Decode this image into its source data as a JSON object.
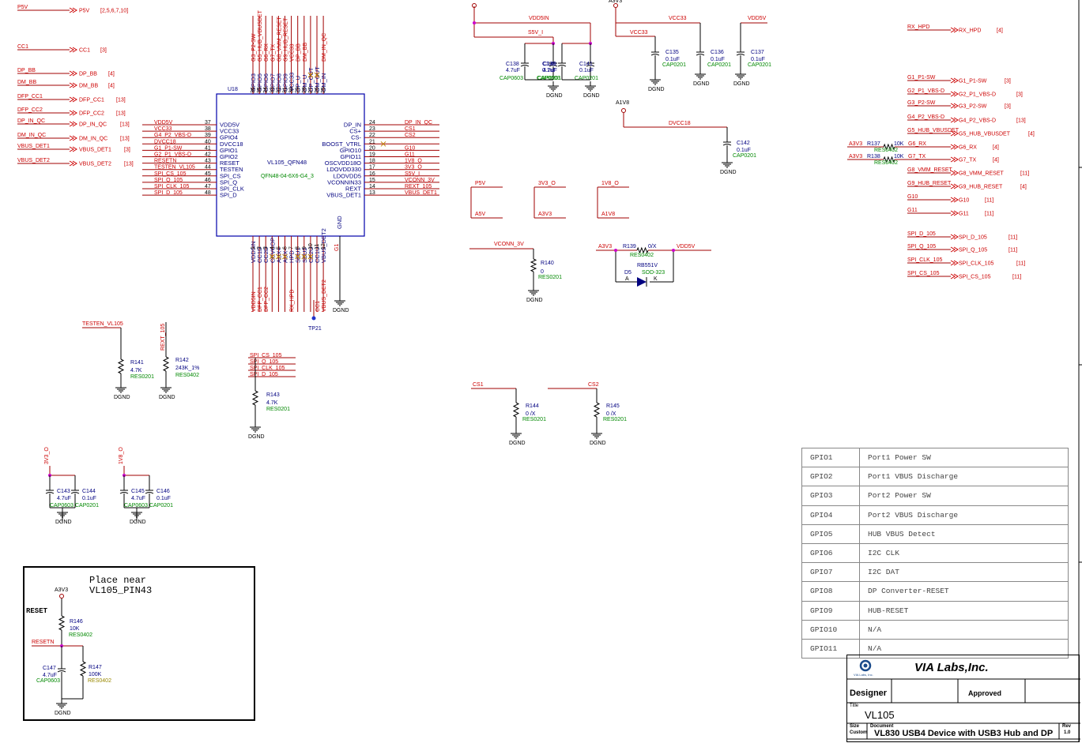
{
  "chip": {
    "ref": "U18",
    "part": "VL105_QFN48",
    "footprint": "QFN48-04-6X6-G4_3",
    "left_pins": [
      {
        "num": "37",
        "name": "VDD5V",
        "net": "VDD5V"
      },
      {
        "num": "38",
        "name": "VCC33",
        "net": "VCC33"
      },
      {
        "num": "39",
        "name": "GPIO4",
        "net": "G4_P2_VBS-D"
      },
      {
        "num": "40",
        "name": "DVCC18",
        "net": "DVCC18"
      },
      {
        "num": "41",
        "name": "GPIO1",
        "net": "G1_P1-SW"
      },
      {
        "num": "42",
        "name": "GPIO2",
        "net": "G2_P1_VBS-D"
      },
      {
        "num": "43",
        "name": "RESET",
        "net": "RESETN"
      },
      {
        "num": "44",
        "name": "TESTEN",
        "net": "TESTEN_VL105"
      },
      {
        "num": "45",
        "name": "SPI_CS",
        "net": "SPI_CS_105"
      },
      {
        "num": "46",
        "name": "SPI_Q",
        "net": "SPI_Q_105"
      },
      {
        "num": "47",
        "name": "SPI_CLK",
        "net": "SPI_CLK_105"
      },
      {
        "num": "48",
        "name": "SPI_D",
        "net": "SPI_D_105"
      }
    ],
    "right_pins": [
      {
        "num": "24",
        "name": "DP_IN",
        "net": "DP_IN_QC"
      },
      {
        "num": "23",
        "name": "CS+",
        "net": "CS1"
      },
      {
        "num": "22",
        "name": "CS-",
        "net": "CS2"
      },
      {
        "num": "21",
        "name": "BOOST_VTRL",
        "net": ""
      },
      {
        "num": "20",
        "name": "GPIO10",
        "net": "G10"
      },
      {
        "num": "19",
        "name": "GPIO11",
        "net": "G11"
      },
      {
        "num": "18",
        "name": "OSCVDD18O",
        "net": "1V8_O"
      },
      {
        "num": "17",
        "name": "LDOVDD330",
        "net": "3V3_O"
      },
      {
        "num": "16",
        "name": "LDOVDD5",
        "net": "S5V_I"
      },
      {
        "num": "15",
        "name": "VCONNIN33",
        "net": "VCONN_3V"
      },
      {
        "num": "14",
        "name": "REXT",
        "net": "REXT_105"
      },
      {
        "num": "13",
        "name": "VBUS_DET1",
        "net": "VBUS_DET1"
      }
    ],
    "top_pins": [
      {
        "num": "36",
        "name": "GPIO3",
        "net": "G3_P2-SW"
      },
      {
        "num": "35",
        "name": "GPIO5",
        "net": "G5_HUB_VBUSDET"
      },
      {
        "num": "34",
        "name": "GPIO6",
        "net": "G6_RX"
      },
      {
        "num": "33",
        "name": "GPIO7",
        "net": "G7_TX"
      },
      {
        "num": "32",
        "name": "GPIO8",
        "net": "G8_VMM_RESET"
      },
      {
        "num": "31",
        "name": "GPIO9",
        "net": "G9_HUB_RESET"
      },
      {
        "num": "30",
        "name": "VCC33",
        "net": "VCC33"
      },
      {
        "num": "29",
        "name": "DP_U",
        "net": "DP_BB"
      },
      {
        "num": "28",
        "name": "DM_U",
        "net": "DM_BB"
      },
      {
        "num": "27",
        "name": "DP_OUT",
        "net": ""
      },
      {
        "num": "26",
        "name": "DM_OUT",
        "net": ""
      },
      {
        "num": "25",
        "name": "DM_IN",
        "net": "DM_IN_QC"
      }
    ],
    "bottom_pins": [
      {
        "num": "1",
        "name": "VDD5IN",
        "net": "VDD5IN"
      },
      {
        "num": "2",
        "name": "CC1D",
        "net": "DFP_CC1"
      },
      {
        "num": "3",
        "name": "CC2D",
        "net": "DFP_CC2"
      },
      {
        "num": "4",
        "name": "CCVCOP",
        "net": ""
      },
      {
        "num": "5",
        "name": "AUX+",
        "net": ""
      },
      {
        "num": "6",
        "name": "AUX-",
        "net": ""
      },
      {
        "num": "7",
        "name": "HPD",
        "net": "RX_HPD"
      },
      {
        "num": "8",
        "name": "SBU1",
        "net": ""
      },
      {
        "num": "9",
        "name": "SBU2",
        "net": ""
      },
      {
        "num": "10",
        "name": "CC2U",
        "net": ""
      },
      {
        "num": "11",
        "name": "CC1U",
        "net": "CC1"
      },
      {
        "num": "12",
        "name": "VBUS_DET2",
        "net": "VBUS_DET2"
      }
    ],
    "gnd_pin": {
      "name": "GND",
      "net": "G1"
    },
    "testpoint": "TP21"
  },
  "left_ports": [
    {
      "net": "P5V",
      "label": "P5V",
      "ref": "[2,5,6,7,10]"
    },
    {
      "net": "CC1",
      "label": "CC1",
      "ref": "[3]"
    },
    {
      "net": "DP_BB",
      "label": "DP_BB",
      "ref": "[4]"
    },
    {
      "net": "DM_BB",
      "label": "DM_BB",
      "ref": "[4]"
    },
    {
      "net": "DFP_CC1",
      "label": "DFP_CC1",
      "ref": "[13]"
    },
    {
      "net": "DFP_CC2",
      "label": "DFP_CC2",
      "ref": "[13]"
    },
    {
      "net": "DP_IN_QC",
      "label": "DP_IN_QC",
      "ref": "[13]"
    },
    {
      "net": "DM_IN_QC",
      "label": "DM_IN_QC",
      "ref": "[13]"
    },
    {
      "net": "VBUS_DET1",
      "label": "VBUS_DET1",
      "ref": "[3]"
    },
    {
      "net": "VBUS_DET2",
      "label": "VBUS_DET2",
      "ref": "[13]"
    }
  ],
  "right_ports": [
    {
      "net": "RX_HPD",
      "label": "RX_HPD",
      "ref": "[4]"
    },
    {
      "net": "G1_P1-SW",
      "label": "G1_P1-SW",
      "ref": "[3]"
    },
    {
      "net": "G2_P1_VBS-D",
      "label": "G2_P1_VBS-D",
      "ref": "[3]"
    },
    {
      "net": "G3_P2-SW",
      "label": "G3_P2-SW",
      "ref": "[3]"
    },
    {
      "net": "G4_P2_VBS-D",
      "label": "G4_P2_VBS-D",
      "ref": "[13]"
    },
    {
      "net": "G5_HUB_VBUSDET",
      "label": "G5_HUB_VBUSDET",
      "ref": "[4]"
    },
    {
      "net": "G6_RX",
      "label": "G6_RX",
      "ref": "[4]"
    },
    {
      "net": "G7_TX",
      "label": "G7_TX",
      "ref": "[4]"
    },
    {
      "net": "G8_VMM_RESET",
      "label": "G8_VMM_RESET",
      "ref": "[11]"
    },
    {
      "net": "G9_HUB_RESET",
      "label": "G9_HUB_RESET",
      "ref": "[4]"
    },
    {
      "net": "G10",
      "label": "G10",
      "ref": "[11]"
    },
    {
      "net": "G11",
      "label": "G11",
      "ref": "[11]"
    },
    {
      "net": "SPI_D_105",
      "label": "SPI_D_105",
      "ref": "[11]"
    },
    {
      "net": "SPI_Q_105",
      "label": "SPI_Q_105",
      "ref": "[11]"
    },
    {
      "net": "SPI_CLK_105",
      "label": "SPI_CLK_105",
      "ref": "[11]"
    },
    {
      "net": "SPI_CS_105",
      "label": "SPI_CS_105",
      "ref": "[11]"
    }
  ],
  "g6g7": {
    "r137": {
      "ref": "R137",
      "val": "10K",
      "pkg": "RES0402",
      "net_l": "A3V3",
      "net_r": "G6_RX"
    },
    "r138": {
      "ref": "R138",
      "val": "10K",
      "pkg": "RES0402",
      "net_l": "A3V3",
      "net_r": "G7_TX"
    }
  },
  "top_power": {
    "vdd5in": "VDD5IN",
    "s5v": "S5V_I",
    "a3v3": "A3V3",
    "vcc33": "VCC33",
    "vcc33b": "VCC33",
    "vdd5v": "VDD5V",
    "caps": [
      {
        "ref": "C138",
        "val": "4.7uF",
        "pkg": "CAP0603"
      },
      {
        "ref": "C139",
        "val": "0.1uF",
        "pkg": "CAP0201"
      },
      {
        "ref": "C140",
        "val": "4.7uF",
        "pkg": "CAP0603"
      },
      {
        "ref": "C141",
        "val": "0.1uF",
        "pkg": "CAP0201"
      },
      {
        "ref": "C135",
        "val": "0.1uF",
        "pkg": "CAP0201"
      },
      {
        "ref": "C136",
        "val": "0.1uF",
        "pkg": "CAP0201"
      },
      {
        "ref": "C137",
        "val": "0.1uF",
        "pkg": "CAP0201"
      },
      {
        "ref": "C142",
        "val": "0.1uF",
        "pkg": "CAP0201"
      }
    ],
    "a1v8": "A1V8",
    "dvcc18": "DVCC18",
    "gnd": "DGND"
  },
  "rails": [
    {
      "top": "P5V",
      "bot": "A5V"
    },
    {
      "top": "3V3_O",
      "bot": "A3V3"
    },
    {
      "top": "1V8_O",
      "bot": "A1V8"
    }
  ],
  "vconn": {
    "net": "VCONN_3V",
    "ref": "R140",
    "val": "0",
    "pkg": "RES0201"
  },
  "r139": {
    "net_l": "A3V3",
    "ref": "R139",
    "val": "0/X",
    "pkg": "RES0402",
    "net_r": "VDD5V",
    "diode": "RB551V",
    "dref": "D5",
    "dpkg": "SOD-323",
    "a": "A",
    "k": "K"
  },
  "testen": {
    "net": "TESTEN_VL105",
    "ref": "R141",
    "val": "4.7K",
    "pkg": "RES0201"
  },
  "rext": {
    "net": "REXT_105",
    "ref": "R142",
    "val": "243K_1%",
    "pkg": "RES0402"
  },
  "spi_group": {
    "nets": [
      "SPI_CS_105",
      "SPI_Q_105",
      "SPI_CLK_105",
      "SPI_D_105"
    ],
    "ref": "R143",
    "val": "4.7K",
    "pkg": "RES0201"
  },
  "cs1": {
    "net": "CS1",
    "ref": "R144",
    "val": "0 /X",
    "pkg": "RES0201"
  },
  "cs2": {
    "net": "CS2",
    "ref": "R145",
    "val": "0 /X",
    "pkg": "RES0201"
  },
  "cap3v3": {
    "net": "3V3_O",
    "c1": {
      "ref": "C143",
      "val": "4.7uF",
      "pkg": "CAP0603"
    },
    "c2": {
      "ref": "C144",
      "val": "0.1uF",
      "pkg": "CAP0201"
    }
  },
  "cap1v8": {
    "net": "1V8_O",
    "c1": {
      "ref": "C145",
      "val": "4.7uF",
      "pkg": "CAP0603"
    },
    "c2": {
      "ref": "C146",
      "val": "0.1uF",
      "pkg": "CAP0201"
    }
  },
  "note": {
    "text": "Place near\nVL105_PIN43",
    "a3v3": "A3V3",
    "reset": "RESET",
    "resetn": "RESETN",
    "r146": {
      "ref": "R146",
      "val": "10K",
      "pkg": "RES0402"
    },
    "c147": {
      "ref": "C147",
      "val": "4.7uF",
      "pkg": "CAP0603"
    },
    "r147": {
      "ref": "R147",
      "val": "100K",
      "pkg": "RES0402"
    },
    "gnd": "DGND"
  },
  "gpio_table": [
    [
      "GPIO1",
      "Port1 Power SW"
    ],
    [
      "GPIO2",
      "Port1 VBUS Discharge"
    ],
    [
      "GPIO3",
      "Port2 Power SW"
    ],
    [
      "GPIO4",
      "Port2 VBUS Discharge"
    ],
    [
      "GPIO5",
      "HUB VBUS Detect"
    ],
    [
      "GPIO6",
      "I2C CLK"
    ],
    [
      "GPIO7",
      "I2C DAT"
    ],
    [
      "GPIO8",
      "DP Converter-RESET"
    ],
    [
      "GPIO9",
      "HUB-RESET"
    ],
    [
      "GPIO10",
      "N/A"
    ],
    [
      "GPIO11",
      "N/A"
    ]
  ],
  "title_block": {
    "company": "VIA Labs,Inc.",
    "logo_small": "VIA Labs, Inc.",
    "designer": "Designer",
    "approved": "Approved",
    "title_label": "Title",
    "title": "VL105",
    "size_label": "Size",
    "size": "Custom",
    "doc_label": "Document",
    "doc": "VL830 USB4 Device with USB3 Hub and DP",
    "rev_label": "Rev",
    "rev": "1.0"
  },
  "colors": {
    "net": "#cc0000",
    "ref": "#000080",
    "pkg": "#008800",
    "chip": "#0000aa",
    "dot": "#cc00cc"
  }
}
